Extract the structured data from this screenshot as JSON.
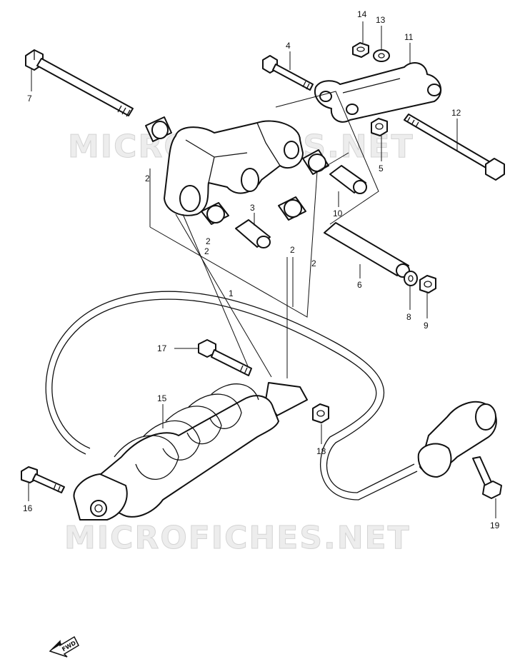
{
  "watermarks": [
    "MICROFICHES.NET",
    "MICROFICHES.NET"
  ],
  "direction_label": "FWD",
  "callouts": [
    "1",
    "2",
    "2",
    "2",
    "2",
    "2",
    "3",
    "4",
    "5",
    "6",
    "7",
    "8",
    "9",
    "10",
    "11",
    "12",
    "13",
    "14",
    "15",
    "16",
    "17",
    "18",
    "19"
  ],
  "colors": {
    "line": "#111111",
    "background": "#ffffff",
    "watermark": "#d4d4d4"
  }
}
